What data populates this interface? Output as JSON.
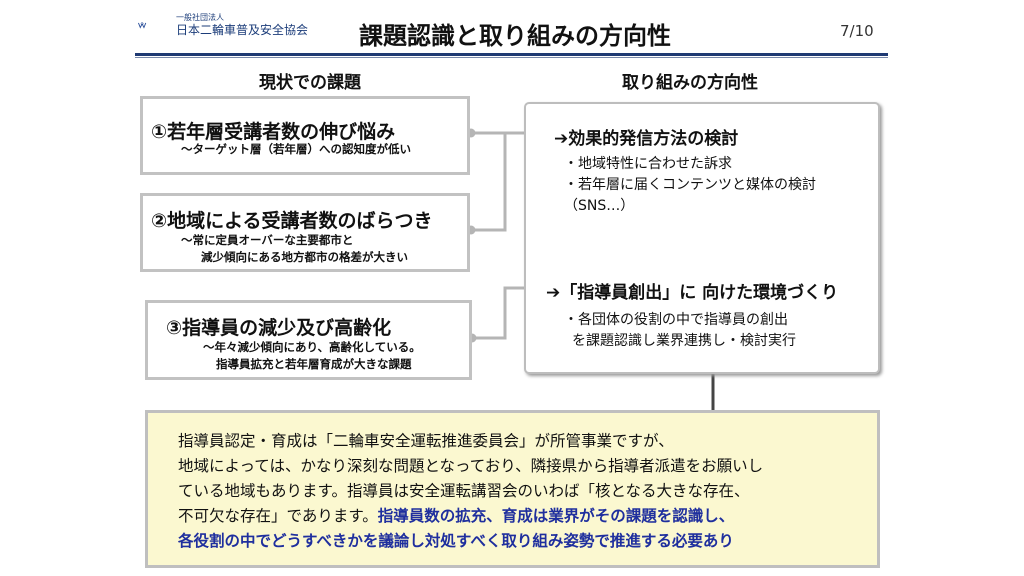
{
  "header": {
    "org_small": "一般社団法人",
    "org_name": "日本二輪車普及安全協会",
    "title": "課題認識と取り組みの方向性",
    "page": "7/10",
    "rule_color": "#1f3a73"
  },
  "left": {
    "heading": "現状での課題",
    "issues": [
      {
        "title": "①若年層受講者数の伸び悩み",
        "lines": [
          "～ターゲット層（若年層）への認知度が低い"
        ]
      },
      {
        "title": "②地域による受講者数のばらつき",
        "lines": [
          "～常に定員オーバーな主要都市と",
          "減少傾向にある地方都市の格差が大きい"
        ]
      },
      {
        "title": "③指導員の減少及び高齢化",
        "lines": [
          "～年々減少傾向にあり、高齢化している。",
          "指導員拡充と若年層育成が大きな課題"
        ]
      }
    ]
  },
  "right": {
    "heading": "取り組みの方向性",
    "items": [
      {
        "title": "➔効果的発信方法の検討",
        "lines": [
          "・地域特性に合わせた訴求",
          "・若年層に届くコンテンツと媒体の検討",
          "（SNS…）"
        ]
      },
      {
        "title": "➔「指導員創出」に 向けた環境づくり",
        "lines": [
          "・各団体の役割の中で指導員の創出",
          "を課題認識し業界連携し・検討実行"
        ]
      }
    ]
  },
  "note": {
    "normal": [
      "指導員認定・育成は「二輪車安全運転推進委員会」が所管事業ですが、",
      "地域によっては、かなり深刻な問題となっており、隣接県から指導者派遣をお願いし",
      "ている地域もあります。指導員は安全運転講習会のいわば「核となる大きな存在、",
      "不可欠な存在」であります。"
    ],
    "emphasis": [
      "指導員数の拡充、育成は業界がその課題を認識し、",
      "各役割の中でどうすべきかを議論し対処すべく取り組み姿勢で推進する必要あり"
    ],
    "bg_color": "#fbf8d0",
    "emphasis_color": "#1f2f9e"
  }
}
